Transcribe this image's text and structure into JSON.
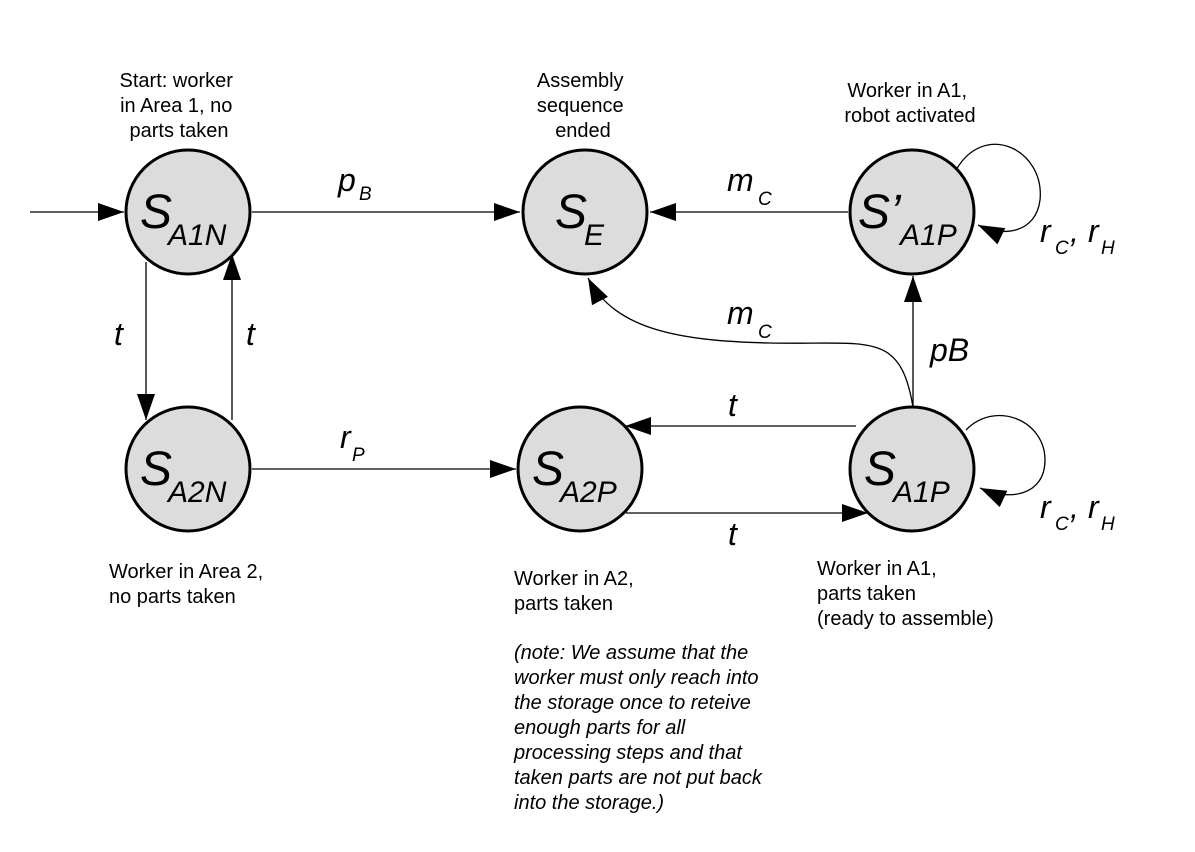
{
  "states": {
    "a1n": {
      "main": "S",
      "sub": "A1N",
      "description": [
        "Start: worker",
        "in Area 1, no",
        "parts taken"
      ]
    },
    "a2n": {
      "main": "S",
      "sub": "A2N",
      "description": [
        "Worker in Area 2,",
        "no parts taken"
      ]
    },
    "e": {
      "main": "S",
      "sub": "E",
      "description": [
        "Assembly",
        "sequence",
        "ended"
      ]
    },
    "a2p": {
      "main": "S",
      "sub": "A2P",
      "description": [
        "Worker in A2,",
        "parts taken"
      ]
    },
    "a1p_prime": {
      "main": "S’",
      "sub": "A1P",
      "description": [
        "Worker in A1,",
        "robot activated"
      ]
    },
    "a1p": {
      "main": "S",
      "sub": "A1P",
      "description": [
        "Worker in A1,",
        "parts taken",
        "(ready to assemble)"
      ]
    }
  },
  "transitions": {
    "a1n_to_e": {
      "main": "p",
      "sub": "B"
    },
    "a1p_prime_to_e": {
      "main": "m",
      "sub": "C"
    },
    "a1p_to_e": {
      "main": "m",
      "sub": "C"
    },
    "a1n_to_a2n": {
      "main": "t"
    },
    "a2n_to_a1n": {
      "main": "t"
    },
    "a2n_to_a2p": {
      "main": "r",
      "sub": "P"
    },
    "a1p_to_a2p": {
      "main": "t"
    },
    "a2p_to_a1p": {
      "main": "t"
    },
    "a1p_to_a1p_prime": {
      "main": "pB"
    },
    "self_a1p_prime": {
      "r1": "r",
      "s1": "C",
      "sep": ",",
      "r2": "r",
      "s2": "H"
    },
    "self_a1p": {
      "r1": "r",
      "s1": "C",
      "sep": ",",
      "r2": "r",
      "s2": "H"
    }
  },
  "note": [
    "(note: We assume that the",
    "worker must only reach into",
    "the storage once to reteive",
    "enough parts for all",
    "processing steps and that",
    "taken parts are not put back",
    "into the storage.)"
  ]
}
